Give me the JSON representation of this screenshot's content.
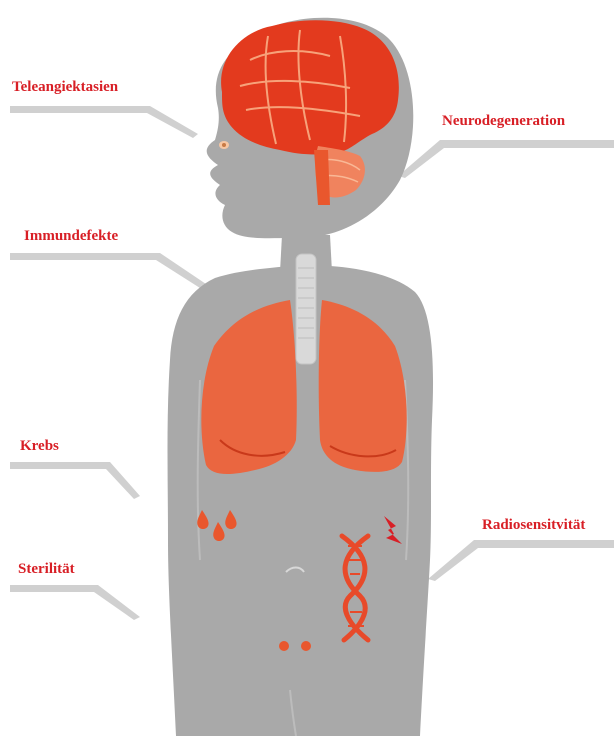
{
  "colors": {
    "label_red": "#d81f26",
    "body_gray": "#a7a7a7",
    "organ_orange": "#e9572d",
    "leader_gray": "#cfcfcf"
  },
  "labels": {
    "telangiectasia": "Teleangiektasien",
    "neurodegeneration": "Neurodegeneration",
    "immunodeficiency": "Immundefekte",
    "cancer": "Krebs",
    "radiosensitivity": "Radiosensitvität",
    "sterility": "Sterilität"
  },
  "icons": [
    "brain-icon",
    "eye-icon",
    "trachea-icon",
    "lungs-icon",
    "blood-drops-icon",
    "dna-lightning-icon",
    "gonads-icon"
  ]
}
